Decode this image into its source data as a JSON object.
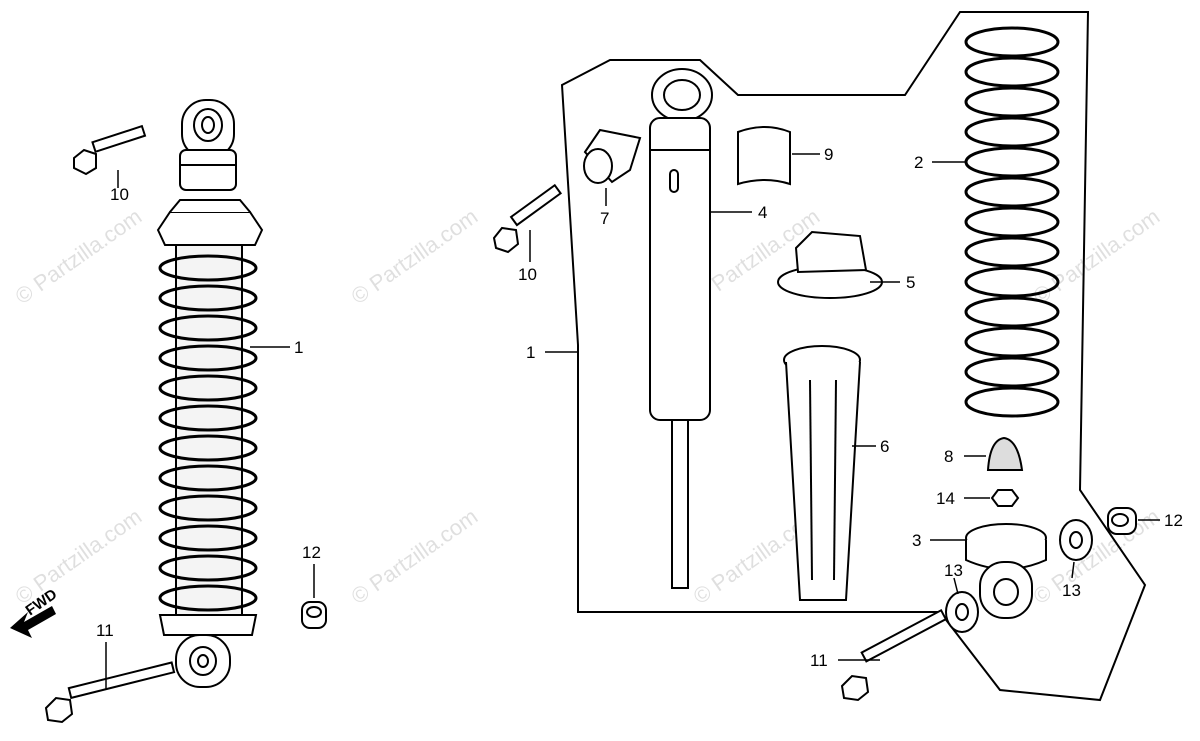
{
  "watermark": "© Partzilla.com",
  "direction_label": "FWD",
  "callouts": {
    "left_1": "1",
    "left_10": "10",
    "left_11": "11",
    "left_12": "12",
    "c1": "1",
    "c2": "2",
    "c3": "3",
    "c4": "4",
    "c5": "5",
    "c6": "6",
    "c7": "7",
    "c8": "8",
    "c9": "9",
    "c10": "10",
    "c11": "11",
    "c12": "12",
    "c13a": "13",
    "c13b": "13",
    "c14": "14"
  }
}
